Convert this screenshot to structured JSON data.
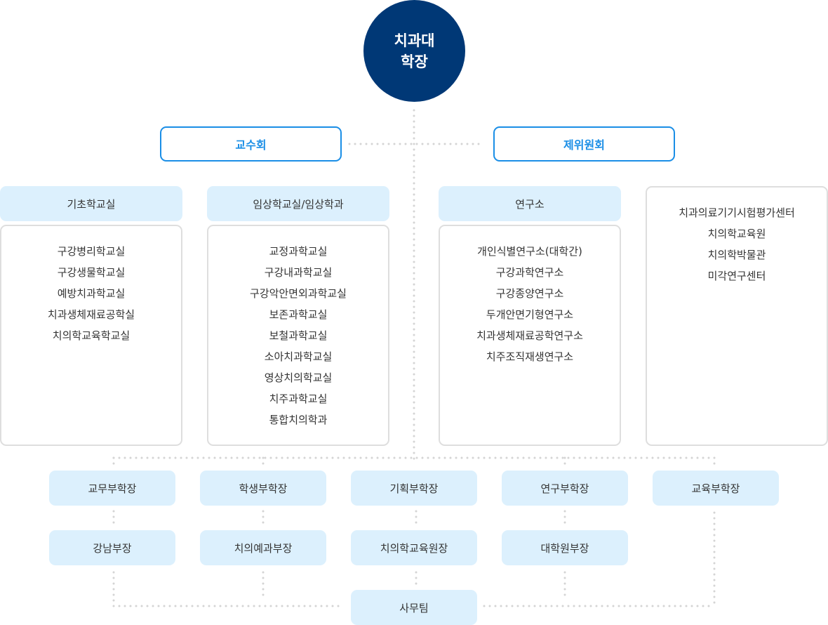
{
  "dean": {
    "line1": "치과대",
    "line2": "학장",
    "color": "#003876"
  },
  "councils": [
    {
      "label": "교수회"
    },
    {
      "label": "제위원회"
    }
  ],
  "accent_color": "#1a8ee6",
  "departments": [
    {
      "title": "기초학교실",
      "items": [
        "구강병리학교실",
        "구강생물학교실",
        "예방치과학교실",
        "치과생체재료공학실",
        "치의학교육학교실"
      ]
    },
    {
      "title": "임상학교실/임상학과",
      "items": [
        "교정과학교실",
        "구강내과학교실",
        "구강악안면외과학교실",
        "보존과학교실",
        "보철과학교실",
        "소아치과학교실",
        "영상치의학교실",
        "치주과학교실",
        "통합치의학과"
      ]
    },
    {
      "title": "연구소",
      "items": [
        "개인식별연구소(대학간)",
        "구강과학연구소",
        "구강종양연구소",
        "두개안면기형연구소",
        "치과생체재료공학연구소",
        "치주조직재생연구소"
      ]
    }
  ],
  "centers": {
    "items": [
      "치과의료기기시험평가센터",
      "치의학교육원",
      "치의학박물관",
      "미각연구센터"
    ]
  },
  "vice_deans": [
    {
      "label": "교무부학장"
    },
    {
      "label": "학생부학장"
    },
    {
      "label": "기획부학장"
    },
    {
      "label": "연구부학장"
    },
    {
      "label": "교육부학장"
    }
  ],
  "sub_units": [
    {
      "label": "강남부장"
    },
    {
      "label": "치의예과부장"
    },
    {
      "label": "치의학교육원장"
    },
    {
      "label": "대학원부장"
    }
  ],
  "office": {
    "label": "사무팀"
  },
  "node_fill_color": "#dcf0fd"
}
